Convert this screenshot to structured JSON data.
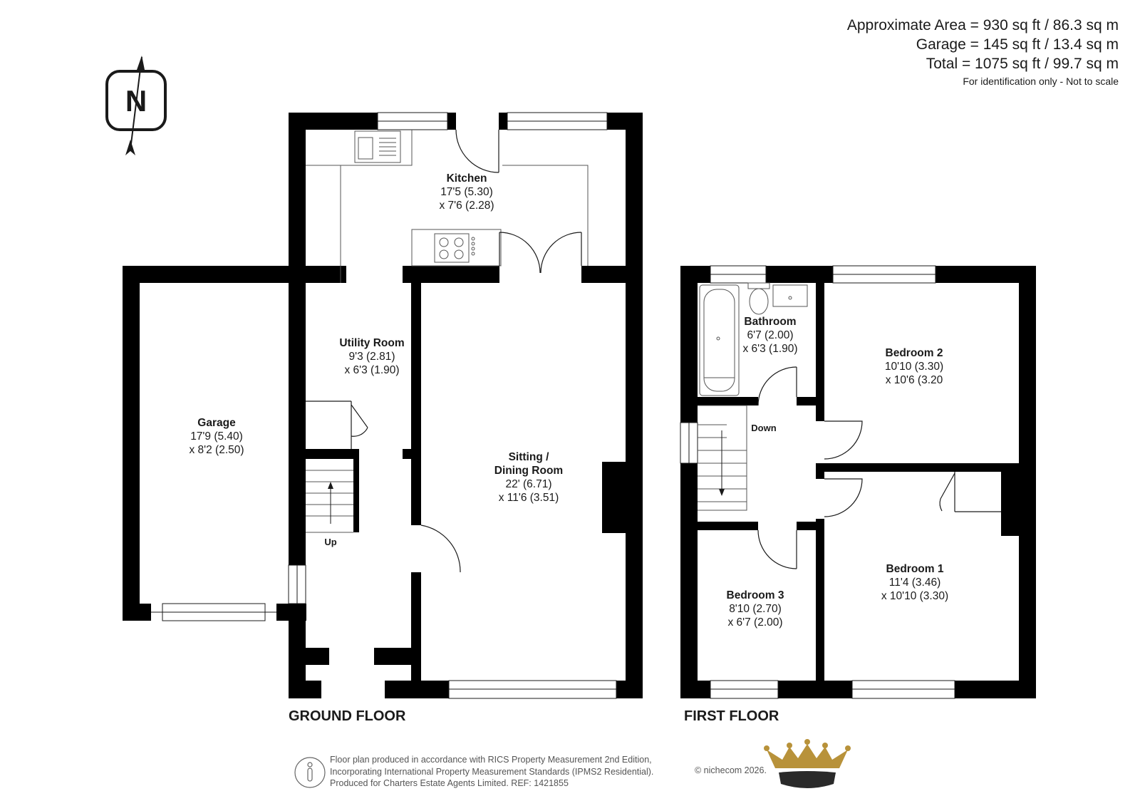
{
  "area": {
    "approx": "Approximate Area = 930 sq ft / 86.3 sq m",
    "garage": "Garage = 145 sq ft / 13.4 sq m",
    "total": "Total = 1075 sq ft / 99.7 sq m",
    "note": "For identification only - Not to scale"
  },
  "compass": {
    "letter": "N"
  },
  "rooms": {
    "kitchen": {
      "name": "Kitchen",
      "dim1": "17'5 (5.30)",
      "dim2": "x 7'6 (2.28)"
    },
    "utility": {
      "name": "Utility Room",
      "dim1": "9'3 (2.81)",
      "dim2": "x 6'3 (1.90)"
    },
    "garage": {
      "name": "Garage",
      "dim1": "17'9 (5.40)",
      "dim2": "x 8'2 (2.50)"
    },
    "sitting": {
      "name1": "Sitting /",
      "name2": "Dining Room",
      "dim1": "22' (6.71)",
      "dim2": "x 11'6 (3.51)"
    },
    "bathroom": {
      "name": "Bathroom",
      "dim1": "6'7 (2.00)",
      "dim2": "x 6'3 (1.90)"
    },
    "bedroom2": {
      "name": "Bedroom 2",
      "dim1": "10'10 (3.30)",
      "dim2": "x 10'6 (3.20"
    },
    "bedroom1": {
      "name": "Bedroom 1",
      "dim1": "11'4 (3.46)",
      "dim2": "x 10'10 (3.30)"
    },
    "bedroom3": {
      "name": "Bedroom 3",
      "dim1": "8'10 (2.70)",
      "dim2": "x 6'7 (2.00)"
    }
  },
  "stairs": {
    "up": "Up",
    "down": "Down"
  },
  "floors": {
    "ground": "GROUND FLOOR",
    "first": "FIRST FLOOR"
  },
  "footer": {
    "line1": "Floor plan produced in accordance with RICS Property Measurement 2nd Edition,",
    "line2": "Incorporating International Property Measurement Standards (IPMS2 Residential).",
    "line3": "Produced for Charters Estate Agents Limited.   REF: 1421855",
    "copyright": "© nichecom 2026."
  },
  "colors": {
    "wall": "#000000",
    "logo_gold": "#b8923a",
    "logo_dark": "#2a2a2a",
    "footer_text": "#555555"
  }
}
